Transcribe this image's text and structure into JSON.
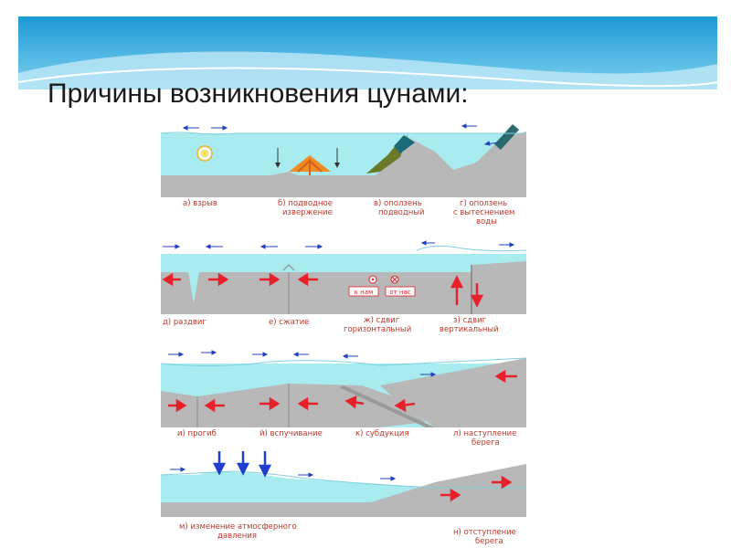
{
  "slide": {
    "title": "Причины возникновения цунами:"
  },
  "diagram": {
    "row1": {
      "captions": {
        "a": "а) взрыв",
        "b1": "б) подводное",
        "b2": "извержение",
        "v1": "в) оползень",
        "v2": "подводный",
        "g1": "г) оползень",
        "g2": "с вытеснением",
        "g3": "воды"
      }
    },
    "row2": {
      "captions": {
        "d": "д) раздвиг",
        "e": "е) сжатие",
        "zh1": "ж) сдвиг",
        "zh2": "горизонтальный",
        "z1": "з) сдвиг",
        "z2": "вертикальный"
      },
      "box_labels": {
        "to_us": "к нам",
        "from_us": "от нас"
      }
    },
    "row3": {
      "captions": {
        "i": "и) прогиб",
        "y": "й) вспучивание",
        "k": "к) субдукция",
        "l1": "л) наступление",
        "l2": "берега"
      }
    },
    "row4": {
      "captions": {
        "m": "м) изменение атмосферного",
        "m2": "давления",
        "n1": "н) отступление",
        "n2": "берега"
      }
    }
  },
  "colors": {
    "water": "#a8ecf0",
    "ground": "#b8b8b8",
    "arrow_red": "#e8202a",
    "arrow_blue": "#1e3fd0",
    "caption": "#c0392b"
  }
}
